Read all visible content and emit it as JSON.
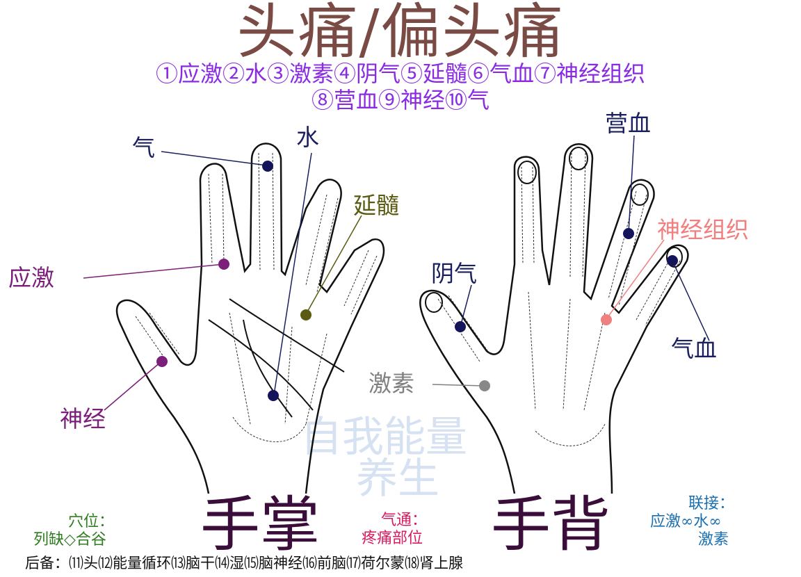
{
  "title": "头痛/偏头痛",
  "points_line1": "①应激②水③激素④阴气⑤延髓⑥气血⑦神经组织",
  "points_line2": "⑧营血⑨神经⑩气",
  "watermark": {
    "line1": "自我能量",
    "line2": "养生"
  },
  "palm": {
    "caption": "手掌",
    "labels": {
      "qi": "气",
      "shui": "水",
      "yansui": "延髓",
      "yingji": "应激",
      "shenjing": "神经"
    }
  },
  "back": {
    "caption": "手背",
    "labels": {
      "yingxue": "营血",
      "shenjing_zuzhi": "神经组织",
      "yinqi": "阴气",
      "qixue": "气血",
      "jisu": "激素"
    }
  },
  "acupoints": {
    "title": "穴位：",
    "value": "列缺◇合谷"
  },
  "qitong": {
    "title": "气通：",
    "value": "疼痛部位"
  },
  "lianjie": {
    "title": "联接：",
    "line1": "应激∞水∞",
    "line2": "激素"
  },
  "houbei": "后备：⑾头⑿能量循环⒀脑干⒁湿⒂脑神经⒃前脑⒄荷尔蒙⒅肾上腺",
  "colors": {
    "title": "#7a4a44",
    "purple_list": "#8a2be2",
    "navy": "#1a1f5e",
    "magenta": "#7b1f7b",
    "olive": "#5a5a10",
    "pink": "#f08080",
    "gray": "#808080",
    "green": "#2e7d1e",
    "red": "#d81b60",
    "blue": "#1a6fb0"
  }
}
